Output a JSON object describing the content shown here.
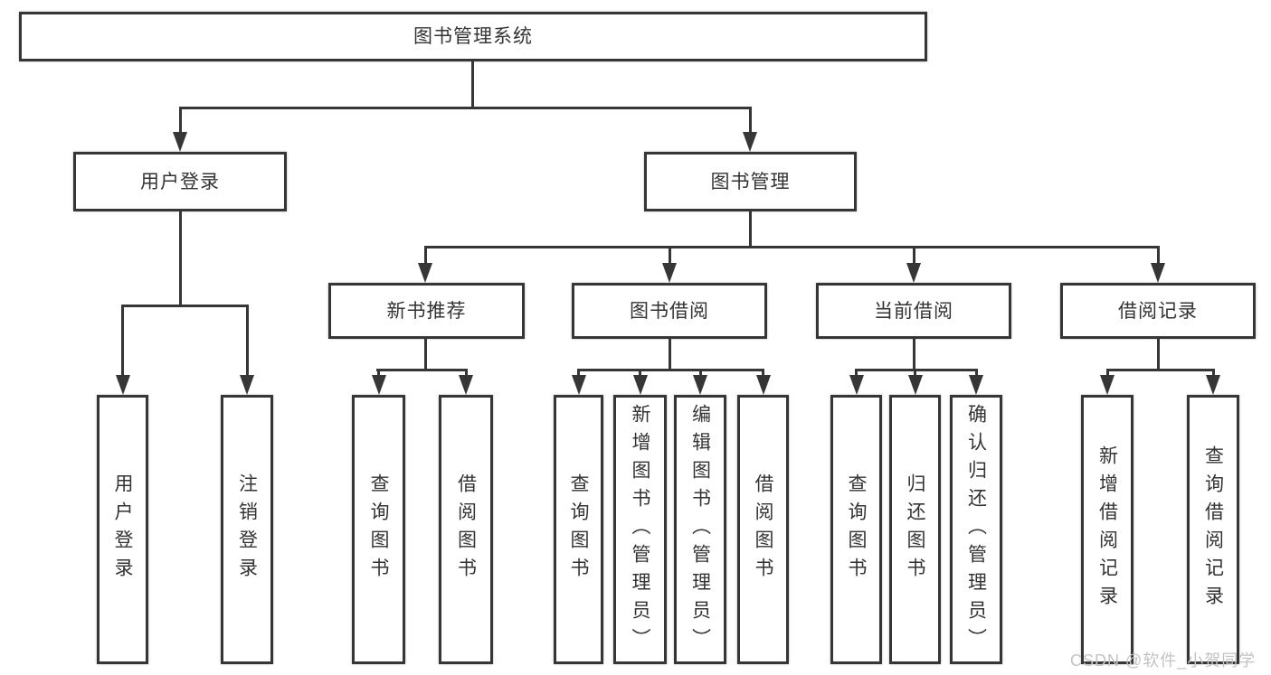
{
  "diagram": {
    "title": "图书管理系统",
    "line_color": "#363636",
    "box_background": "#ffffff",
    "text_color": "#333333",
    "tree": {
      "label": "图书管理系统",
      "children": [
        {
          "label": "用户登录",
          "children": [
            {
              "label": "用户登录"
            },
            {
              "label": "注销登录"
            }
          ]
        },
        {
          "label": "图书管理",
          "children": [
            {
              "label": "新书推荐",
              "children": [
                {
                  "label": "查询图书"
                },
                {
                  "label": "借阅图书"
                }
              ]
            },
            {
              "label": "图书借阅",
              "children": [
                {
                  "label": "查询图书"
                },
                {
                  "label": "新增图书（管理员）"
                },
                {
                  "label": "编辑图书（管理员）"
                },
                {
                  "label": "借阅图书"
                }
              ]
            },
            {
              "label": "当前借阅",
              "children": [
                {
                  "label": "查询图书"
                },
                {
                  "label": "归还图书"
                },
                {
                  "label": "确认归还（管理员）"
                }
              ]
            },
            {
              "label": "借阅记录",
              "children": [
                {
                  "label": "新增借阅记录"
                },
                {
                  "label": "查询借阅记录"
                }
              ]
            }
          ]
        }
      ]
    }
  },
  "watermark": {
    "text": "CSDN @软件_小贺同学",
    "color": "#c3c3c3"
  }
}
